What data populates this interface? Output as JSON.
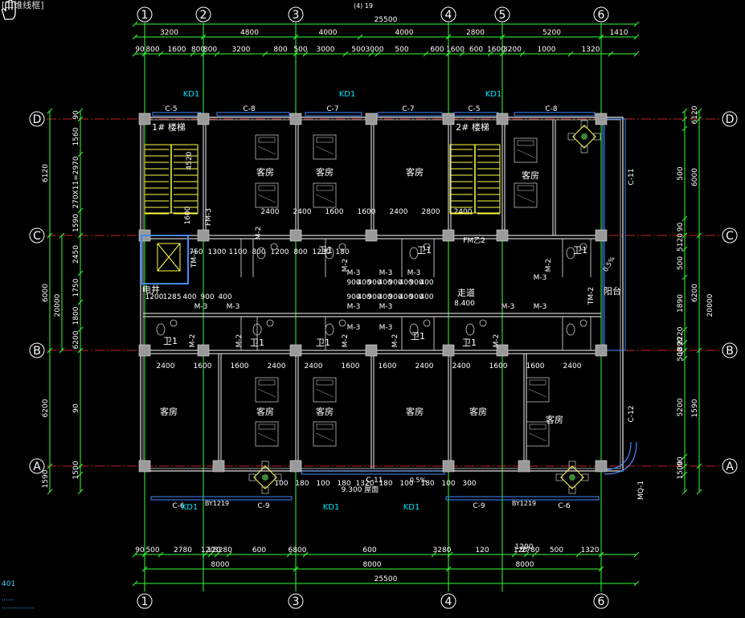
{
  "viewport": {
    "tag": "[二维线框]"
  },
  "axes": {
    "verticals": [
      "1",
      "2",
      "3",
      "4",
      "5",
      "6"
    ],
    "horizontals": [
      "D",
      "C",
      "B",
      "A"
    ]
  },
  "dims_top": {
    "row1": [
      "3200",
      "4800",
      "4000",
      "4000",
      "2800",
      "5200",
      "1410"
    ],
    "row1_extra": "90",
    "total": "25500",
    "row2": [
      "90",
      "800",
      "1600",
      "800",
      "800",
      "3200",
      "800",
      "500",
      "3000",
      "500",
      "3000",
      "500",
      "600",
      "1600",
      "600",
      "1600",
      "3200",
      "1000",
      "1320"
    ],
    "small": [
      "500",
      "500",
      "500",
      "90"
    ]
  },
  "dims_bottom": {
    "row1": [
      "90",
      "500",
      "2780",
      "120",
      "120",
      "3280",
      "600",
      "6800",
      "600",
      "3280",
      "120",
      "120",
      "2780",
      "500",
      "1320"
    ],
    "extra": "1200",
    "row2": [
      "8000",
      "8000",
      "8000"
    ],
    "total": "25500"
  },
  "dims_left": {
    "outer": [
      "6120",
      "6000",
      "6200",
      "1590"
    ],
    "total": "20000",
    "inner": [
      "90",
      "1560",
      "270X11=2970",
      "1590",
      "2450",
      "1750",
      "1800",
      "6200",
      "90",
      "1500"
    ]
  },
  "dims_right": {
    "outer": [
      "6120",
      "6000",
      "6200",
      "1590"
    ],
    "total": "20000",
    "inner": [
      "500",
      "90",
      "5120",
      "500",
      "1890",
      "2220",
      "1890",
      "500",
      "5200",
      "90",
      "1500"
    ]
  },
  "rooms": [
    {
      "label": "1# 楼梯"
    },
    {
      "label": "2# 楼梯"
    },
    {
      "label": "客房"
    },
    {
      "label": "客房"
    },
    {
      "label": "客房"
    },
    {
      "label": "客房"
    },
    {
      "label": "客房"
    },
    {
      "label": "客房"
    },
    {
      "label": "客房"
    },
    {
      "label": "客房"
    },
    {
      "label": "客房"
    },
    {
      "label": "客房"
    },
    {
      "label": "走道"
    },
    {
      "label": "电井"
    },
    {
      "label": "阳台"
    }
  ],
  "toilets": [
    "卫1",
    "卫1",
    "卫1",
    "卫1",
    "卫1",
    "卫1",
    "卫1",
    "卫1"
  ],
  "windows_top": [
    "C-5",
    "C-8",
    "C-7",
    "C-7",
    "C-5",
    "C-8"
  ],
  "windows_bottom": [
    "C-6",
    "C-9",
    "C-11",
    "C-9",
    "C-6"
  ],
  "windows_right": [
    "C-11",
    "C-12",
    "MQ-1"
  ],
  "doors": [
    "M-2",
    "M-2",
    "M-2",
    "M-2",
    "M-2",
    "M-2",
    "M-2",
    "M-2",
    "M-3",
    "M-3",
    "M-3",
    "M-3",
    "M-3",
    "M-3",
    "M-3",
    "M-3",
    "M-3",
    "M-3",
    "M-3",
    "M-3",
    "FM乙2",
    "TM-1",
    "TM-2",
    "FM-3"
  ],
  "kd_tags": [
    "KD1",
    "KD1",
    "KD1",
    "KD1",
    "KD1",
    "KD1"
  ],
  "by_tags": [
    "BY1219",
    "BY1219"
  ],
  "annotations": {
    "corridor_level": "8.400",
    "roof": "9.300 屋面",
    "slope1": "0.5%",
    "slope2": "0.5%",
    "top_note": "(4)  19",
    "stair_dim": "4520",
    "ew_dim": "1600"
  },
  "misc_dims": {
    "corr_row1": [
      "900",
      "400",
      "900",
      "400",
      "900",
      "400",
      "900",
      "400"
    ],
    "corr_row2": [
      "900",
      "400",
      "900",
      "400",
      "900",
      "400",
      "900",
      "400"
    ],
    "bath_row": [
      "750",
      "1300",
      "1100",
      "800",
      "1200",
      "800",
      "1230",
      "180"
    ],
    "room_widths_upper": [
      "2400",
      "2400",
      "1600",
      "1600",
      "2400",
      "2800",
      "2400"
    ],
    "room_widths_lower": [
      "2400",
      "1600",
      "1600",
      "2400",
      "2400",
      "1600",
      "1600",
      "2400",
      "2400",
      "1600",
      "1600",
      "2400"
    ],
    "misc_left": [
      "1200",
      "1285",
      "400",
      "900",
      "400"
    ],
    "bottom_small": [
      "100",
      "180",
      "100",
      "180",
      "1320",
      "180",
      "100",
      "180",
      "100",
      "300"
    ]
  },
  "legend": {
    "num": "401",
    "lines": [
      "......",
      "................"
    ]
  },
  "colors": {
    "grid_axis": "#ff3333",
    "dim": "#33ff33",
    "wall": "#cccccc",
    "cyan": "#00e5ff",
    "text": "#ffffff",
    "stair": "#ffff44",
    "window": "#4488ff"
  }
}
